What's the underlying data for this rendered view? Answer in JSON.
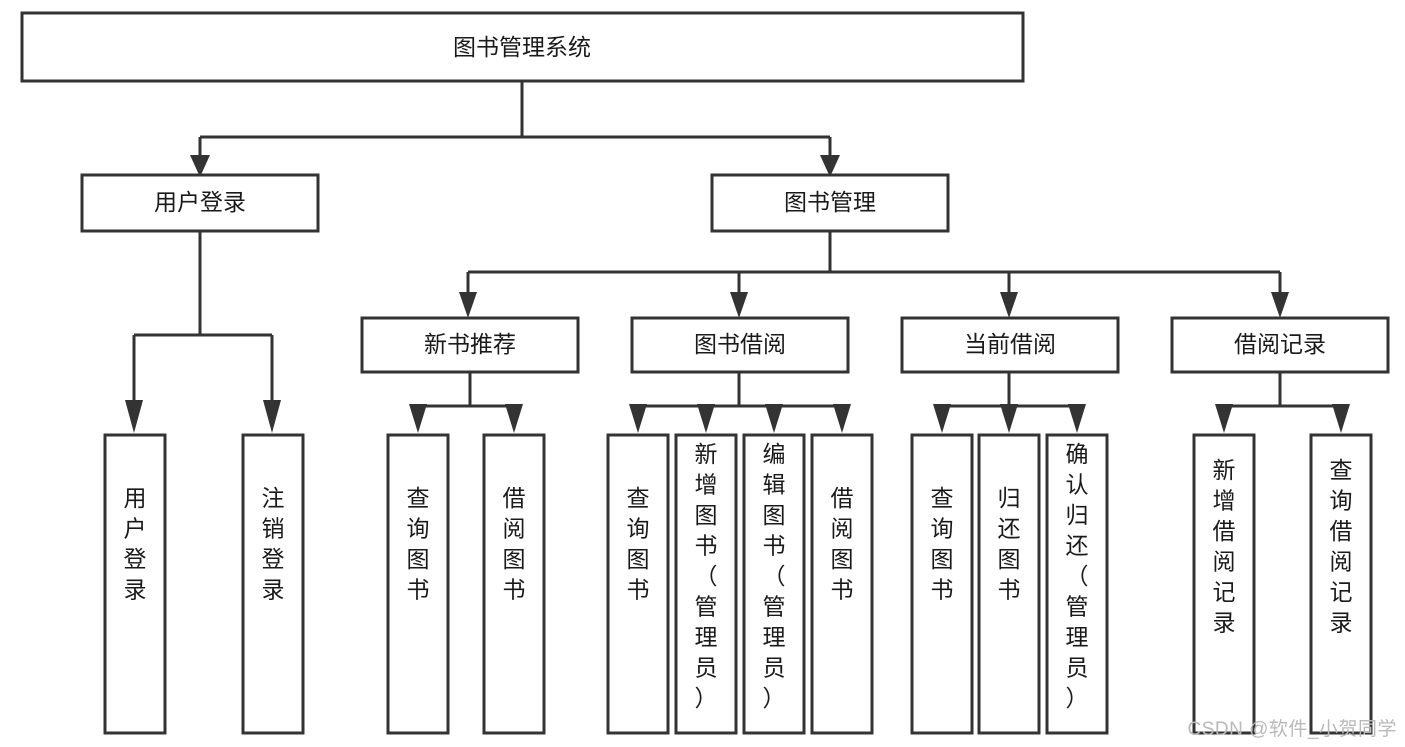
{
  "diagram": {
    "title": "图书管理系统",
    "type": "tree-hierarchy-diagram",
    "watermark": "CSDN @软件_小贺同学",
    "colors": {
      "background": "#ffffff",
      "box_fill": "#ffffff",
      "box_stroke": "#333333",
      "text": "#1a1a1a",
      "watermark": "#b9b9b9"
    },
    "nodes": {
      "root": {
        "label": "图书管理系统",
        "orientation": "horizontal"
      },
      "level2": [
        {
          "id": "user-login",
          "label": "用户登录",
          "orientation": "horizontal"
        },
        {
          "id": "book-manage",
          "label": "图书管理",
          "orientation": "horizontal"
        }
      ],
      "level3": [
        {
          "id": "new-book-recommend",
          "label": "新书推荐",
          "orientation": "horizontal"
        },
        {
          "id": "book-borrow",
          "label": "图书借阅",
          "orientation": "horizontal"
        },
        {
          "id": "current-borrow",
          "label": "当前借阅",
          "orientation": "horizontal"
        },
        {
          "id": "borrow-record",
          "label": "借阅记录",
          "orientation": "horizontal"
        }
      ],
      "leaves": {
        "user-login": [
          {
            "id": "leaf-user-login",
            "label": "用户登录",
            "orientation": "vertical"
          },
          {
            "id": "leaf-logout-login",
            "label": "注销登录",
            "orientation": "vertical"
          }
        ],
        "new-book-recommend": [
          {
            "id": "leaf-query-book-1",
            "label": "查询图书",
            "orientation": "vertical"
          },
          {
            "id": "leaf-borrow-book-1",
            "label": "借阅图书",
            "orientation": "vertical"
          }
        ],
        "book-borrow": [
          {
            "id": "leaf-query-book-2",
            "label": "查询图书",
            "orientation": "vertical"
          },
          {
            "id": "leaf-add-book",
            "label": "新增图书（管理员）",
            "orientation": "vertical"
          },
          {
            "id": "leaf-edit-book",
            "label": "编辑图书（管理员）",
            "orientation": "vertical"
          },
          {
            "id": "leaf-borrow-book-2",
            "label": "借阅图书",
            "orientation": "vertical"
          }
        ],
        "current-borrow": [
          {
            "id": "leaf-query-book-3",
            "label": "查询图书",
            "orientation": "vertical"
          },
          {
            "id": "leaf-return-book",
            "label": "归还图书",
            "orientation": "vertical"
          },
          {
            "id": "leaf-confirm-return",
            "label": "确认归还（管理员）",
            "orientation": "vertical"
          }
        ],
        "borrow-record": [
          {
            "id": "leaf-add-record",
            "label": "新增借阅记录",
            "orientation": "vertical"
          },
          {
            "id": "leaf-query-record",
            "label": "查询借阅记录",
            "orientation": "vertical"
          }
        ]
      }
    }
  }
}
